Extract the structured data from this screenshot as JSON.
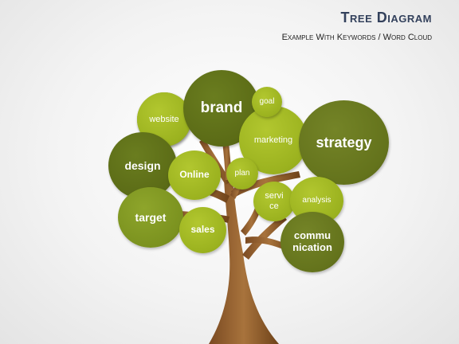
{
  "header": {
    "title": "Tree Diagram",
    "subtitle": "Example With Keywords / Word Cloud"
  },
  "colors": {
    "title": "#33415c",
    "trunk": "#8b5a2b",
    "leaf_light": "#9bb21f",
    "leaf_mid": "#7b921f",
    "leaf_dark": "#5b6b16"
  },
  "keywords": {
    "brand": "brand",
    "goal": "goal",
    "website": "website",
    "marketing": "marketing",
    "strategy": "strategy",
    "design": "design",
    "online": "Online",
    "plan": "plan",
    "service_line1": "servi",
    "service_line2": "ce",
    "analysis": "analysis",
    "target": "target",
    "sales": "sales",
    "communication_line1": "commu",
    "communication_line2": "nication"
  }
}
